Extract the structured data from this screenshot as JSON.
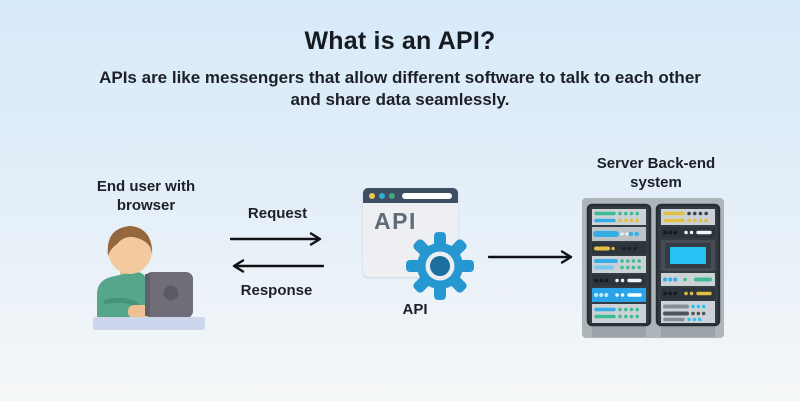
{
  "page": {
    "title": "What is an API?",
    "subtitle": "APIs are like messengers that allow different software to talk to each other and share data seamlessly."
  },
  "diagram": {
    "user_label": "End user with browser",
    "request_label": "Request",
    "response_label": "Response",
    "browser_text": "API",
    "api_label": "API",
    "server_label": "Server Back-end system",
    "icons": {
      "user": "person-at-laptop-icon",
      "api": "browser-window-with-gear-icon",
      "server": "server-rack-icon"
    }
  },
  "colors": {
    "background_top": "#d7eafa",
    "background_bottom": "#f5f7f8",
    "text": "#1d2127",
    "arrow": "#101114",
    "gear_blue": "#2697d1",
    "gear_core": "#1b6e9e",
    "browser_header": "#3e4f63",
    "browser_body": "#edeff2",
    "shirt_green": "#55a68b",
    "desk": "#cdd6ed",
    "laptop_gray": "#716d78",
    "server_slab": "#aeb5b9",
    "server_cabinet": "#343c43",
    "accent_yellow": "#e3bf45",
    "accent_teal": "#3fbd92",
    "accent_blue": "#35aee8",
    "accent_cyan": "#27c2f3"
  }
}
